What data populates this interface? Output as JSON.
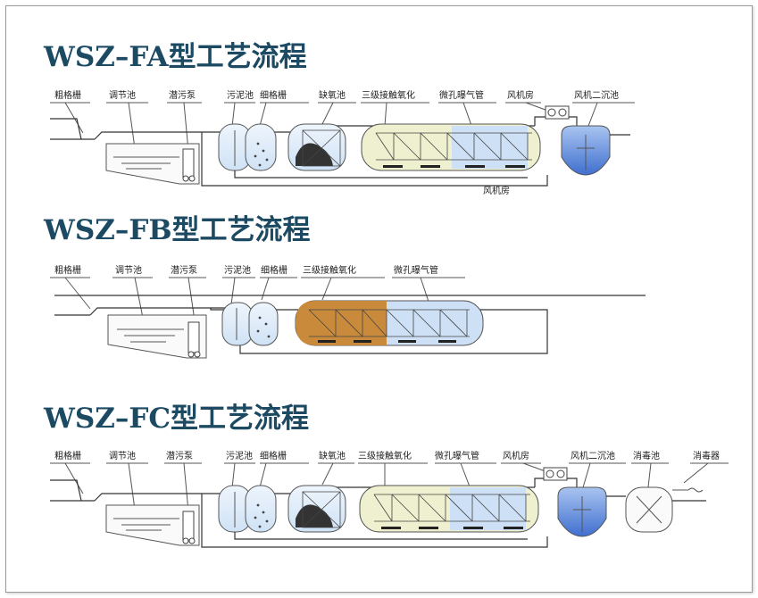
{
  "diagrams": [
    {
      "title": "WSZ–FA型工艺流程",
      "labels": {
        "coarse_screen": "粗格栅",
        "equalization_tank": "调节池",
        "submersible_pump": "潜污泵",
        "sludge_tank": "污泥池",
        "fine_screen": "细格栅",
        "anoxic_tank": "缺氧池",
        "contact_oxidation": "三级接触氧化",
        "aeration_pipe": "微孔曝气管",
        "blower_room": "风机房",
        "secondary_clarifier": "风机二沉池",
        "blower_room_bottom": "风机房"
      },
      "colors": {
        "contact": "#eef0cf",
        "aeration": "#cde0f6",
        "clarifier": "#5d87d6"
      }
    },
    {
      "title": "WSZ–FB型工艺流程",
      "labels": {
        "coarse_screen": "粗格栅",
        "equalization_tank": "调节池",
        "submersible_pump": "潜污泵",
        "sludge_tank": "污泥池",
        "fine_screen": "细格栅",
        "contact_oxidation": "三级接触氧化",
        "aeration_pipe": "微孔曝气管"
      },
      "colors": {
        "contact": "#c98a3c",
        "aeration": "#cde0f6"
      }
    },
    {
      "title": "WSZ–FC型工艺流程",
      "labels": {
        "coarse_screen": "粗格栅",
        "equalization_tank": "调节池",
        "submersible_pump": "潜污泵",
        "sludge_tank": "污泥池",
        "fine_screen": "细格栅",
        "anoxic_tank": "缺氧池",
        "contact_oxidation": "三级接触氧化",
        "aeration_pipe": "微孔曝气管",
        "blower_room": "风机房",
        "secondary_clarifier": "风机二沉池",
        "disinfection_tank": "消毒池",
        "disinfector": "消毒器"
      },
      "colors": {
        "contact": "#eef0cf",
        "aeration": "#cde0f6",
        "clarifier": "#5d87d6"
      }
    }
  ]
}
